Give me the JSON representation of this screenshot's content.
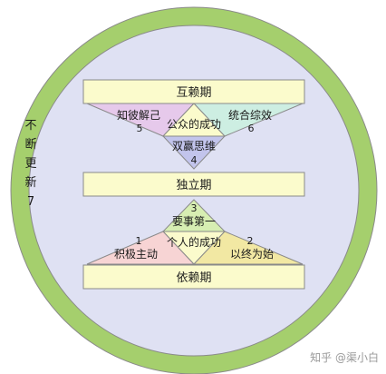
{
  "diagram": {
    "colors": {
      "ring": "#a5cf6d",
      "inner_circle": "#dfe1f3",
      "band": "#fbfbcc",
      "triangle_left": "#e6c9eb",
      "triangle_right": "#cdeee2",
      "triangle_bottom_lower": "#c2c4ec",
      "triangle_top_upper": "#d7eeb2",
      "triangle_left_lower": "#f7d4d4",
      "triangle_right_lower": "#f2e8a3",
      "center_band_top": "#fbfbcc",
      "outline": "#8a8a8a"
    },
    "side_label": {
      "chars": [
        "不",
        "断",
        "更",
        "新"
      ],
      "number": "7"
    },
    "bands": {
      "top": "互赖期",
      "middle": "独立期",
      "bottom": "依赖期"
    },
    "upper_habits": {
      "left": {
        "label": "知彼解己",
        "number": "5"
      },
      "center": {
        "label": "公众的成功"
      },
      "right": {
        "label": "统合综效",
        "number": "6"
      },
      "bottom": {
        "label": "双赢思维",
        "number": "4"
      }
    },
    "lower_habits": {
      "top": {
        "number": "3",
        "label": "要事第一"
      },
      "center": {
        "label": "个人的成功"
      },
      "left": {
        "number": "1",
        "label": "积极主动"
      },
      "right": {
        "number": "2",
        "label": "以终为始"
      }
    }
  },
  "watermark": {
    "text": "知乎 @渠小白"
  }
}
